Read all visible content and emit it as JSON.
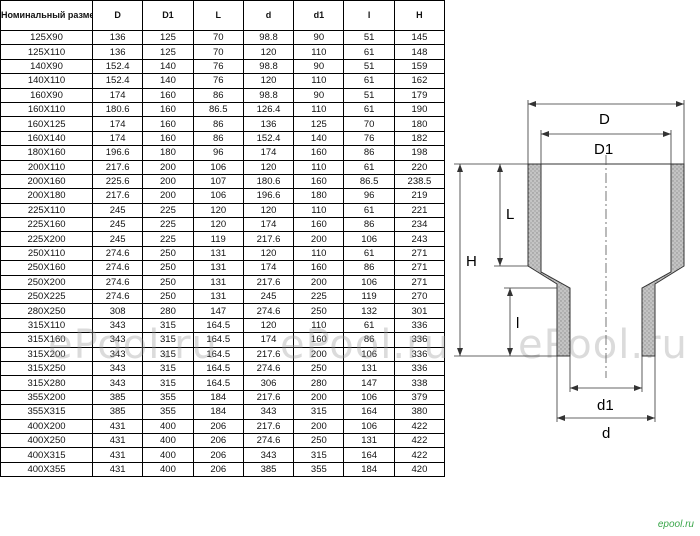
{
  "table": {
    "headers": [
      "Номинальный размер (мм)",
      "D",
      "D1",
      "L",
      "d",
      "d1",
      "l",
      "H"
    ],
    "rows": [
      [
        "125X90",
        "136",
        "125",
        "70",
        "98.8",
        "90",
        "51",
        "145"
      ],
      [
        "125X110",
        "136",
        "125",
        "70",
        "120",
        "110",
        "61",
        "148"
      ],
      [
        "140X90",
        "152.4",
        "140",
        "76",
        "98.8",
        "90",
        "51",
        "159"
      ],
      [
        "140X110",
        "152.4",
        "140",
        "76",
        "120",
        "110",
        "61",
        "162"
      ],
      [
        "160X90",
        "174",
        "160",
        "86",
        "98.8",
        "90",
        "51",
        "179"
      ],
      [
        "160X110",
        "180.6",
        "160",
        "86.5",
        "126.4",
        "110",
        "61",
        "190"
      ],
      [
        "160X125",
        "174",
        "160",
        "86",
        "136",
        "125",
        "70",
        "180"
      ],
      [
        "160X140",
        "174",
        "160",
        "86",
        "152.4",
        "140",
        "76",
        "182"
      ],
      [
        "180X160",
        "196.6",
        "180",
        "96",
        "174",
        "160",
        "86",
        "198"
      ],
      [
        "200X110",
        "217.6",
        "200",
        "106",
        "120",
        "110",
        "61",
        "220"
      ],
      [
        "200X160",
        "225.6",
        "200",
        "107",
        "180.6",
        "160",
        "86.5",
        "238.5"
      ],
      [
        "200X180",
        "217.6",
        "200",
        "106",
        "196.6",
        "180",
        "96",
        "219"
      ],
      [
        "225X110",
        "245",
        "225",
        "120",
        "120",
        "110",
        "61",
        "221"
      ],
      [
        "225X160",
        "245",
        "225",
        "120",
        "174",
        "160",
        "86",
        "234"
      ],
      [
        "225X200",
        "245",
        "225",
        "119",
        "217.6",
        "200",
        "106",
        "243"
      ],
      [
        "250X110",
        "274.6",
        "250",
        "131",
        "120",
        "110",
        "61",
        "271"
      ],
      [
        "250X160",
        "274.6",
        "250",
        "131",
        "174",
        "160",
        "86",
        "271"
      ],
      [
        "250X200",
        "274.6",
        "250",
        "131",
        "217.6",
        "200",
        "106",
        "271"
      ],
      [
        "250X225",
        "274.6",
        "250",
        "131",
        "245",
        "225",
        "119",
        "270"
      ],
      [
        "280X250",
        "308",
        "280",
        "147",
        "274.6",
        "250",
        "132",
        "301"
      ],
      [
        "315X110",
        "343",
        "315",
        "164.5",
        "120",
        "110",
        "61",
        "336"
      ],
      [
        "315X160",
        "343",
        "315",
        "164.5",
        "174",
        "160",
        "86",
        "336"
      ],
      [
        "315X200",
        "343",
        "315",
        "164.5",
        "217.6",
        "200",
        "106",
        "336"
      ],
      [
        "315X250",
        "343",
        "315",
        "164.5",
        "274.6",
        "250",
        "131",
        "336"
      ],
      [
        "315X280",
        "343",
        "315",
        "164.5",
        "306",
        "280",
        "147",
        "338"
      ],
      [
        "355X200",
        "385",
        "355",
        "184",
        "217.6",
        "200",
        "106",
        "379"
      ],
      [
        "355X315",
        "385",
        "355",
        "184",
        "343",
        "315",
        "164",
        "380"
      ],
      [
        "400X200",
        "431",
        "400",
        "206",
        "217.6",
        "200",
        "106",
        "422"
      ],
      [
        "400X250",
        "431",
        "400",
        "206",
        "274.6",
        "250",
        "131",
        "422"
      ],
      [
        "400X315",
        "431",
        "400",
        "206",
        "343",
        "315",
        "164",
        "422"
      ],
      [
        "400X355",
        "431",
        "400",
        "206",
        "385",
        "355",
        "184",
        "420"
      ]
    ]
  },
  "drawing": {
    "label_D": "D",
    "label_D1": "D1",
    "label_L": "L",
    "label_H": "H",
    "label_l": "l",
    "label_d1": "d1",
    "label_d": "d",
    "colors": {
      "line": "#333333",
      "fill": "#c9c9c9"
    }
  },
  "watermark": [
    "ePool.ru",
    "ePool.ru",
    "ePool.ru"
  ],
  "logo": "epool.ru"
}
